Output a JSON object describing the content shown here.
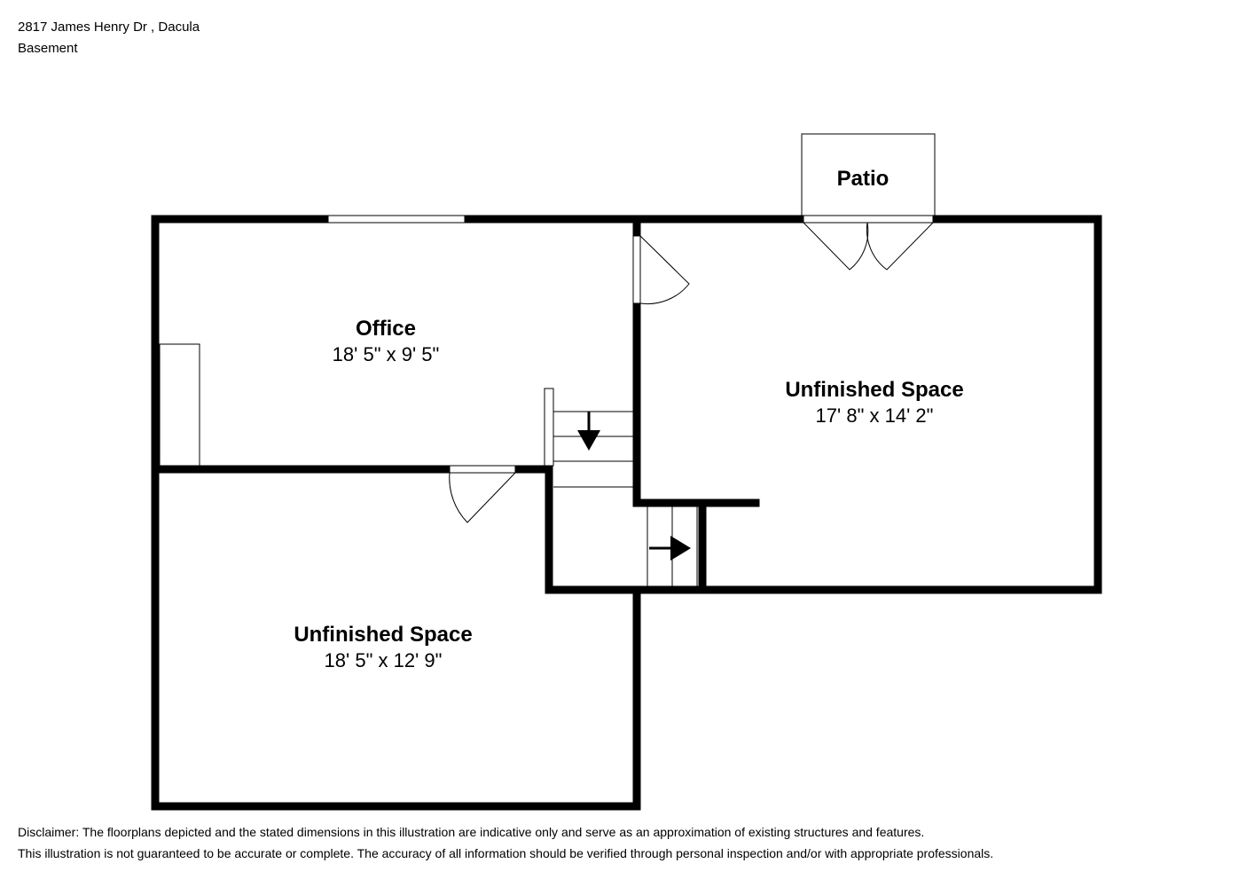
{
  "header": {
    "address": "2817 James Henry Dr , Dacula",
    "level": "Basement"
  },
  "rooms": [
    {
      "name": "Office",
      "dims": "18' 5\" x 9' 5\""
    },
    {
      "name": "Unfinished Space",
      "dims": "17' 8\" x 14' 2\""
    },
    {
      "name": "Unfinished Space",
      "dims": "18' 5\" x 12' 9\""
    },
    {
      "name": "Patio",
      "dims": ""
    }
  ],
  "icons": [
    "stair-arrow-down-icon",
    "stair-arrow-right-icon",
    "door-swing-icon"
  ],
  "disclaimer": {
    "line1": "Disclaimer: The floorplans depicted and the stated dimensions in this illustration are indicative only and serve as an approximation of existing structures and features.",
    "line2": "This illustration is not guaranteed to be accurate or complete. The accuracy of all information should be verified through personal inspection and/or with appropriate professionals."
  }
}
